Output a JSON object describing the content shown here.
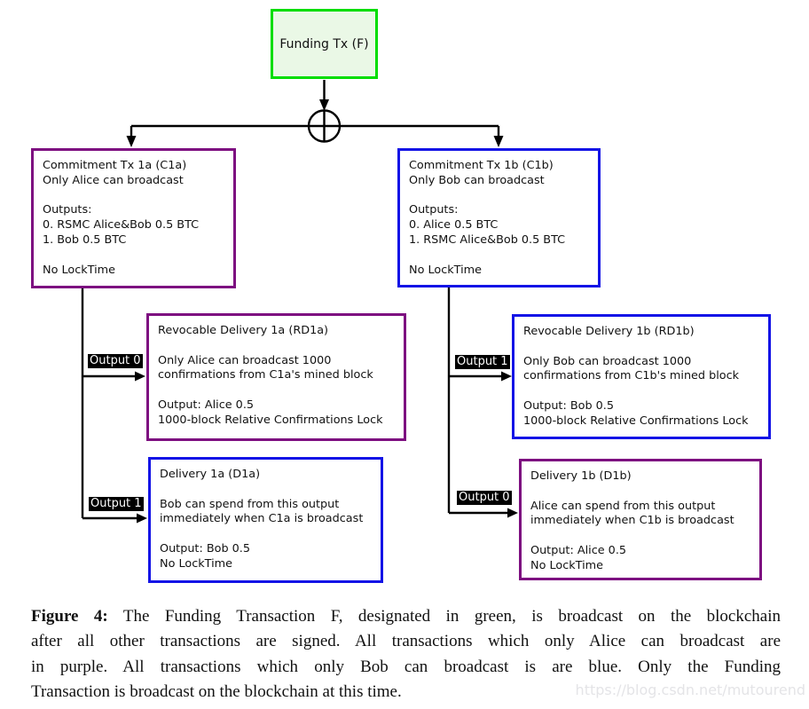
{
  "figure": {
    "funding": {
      "label": "Funding Tx (F)"
    },
    "c1a": {
      "lines": [
        "Commitment Tx 1a (C1a)",
        "Only Alice can broadcast",
        "",
        "Outputs:",
        "0. RSMC Alice&Bob 0.5 BTC",
        "1. Bob 0.5 BTC",
        "",
        "No LockTime"
      ]
    },
    "c1b": {
      "lines": [
        "Commitment Tx 1b (C1b)",
        "Only Bob can broadcast",
        "",
        "Outputs:",
        "0. Alice 0.5 BTC",
        "1. RSMC Alice&Bob 0.5 BTC",
        "",
        "No LockTime"
      ]
    },
    "rd1a": {
      "lines": [
        "Revocable Delivery 1a (RD1a)",
        "",
        "Only Alice can broadcast 1000",
        "confirmations from C1a's mined block",
        "",
        "Output: Alice 0.5",
        "1000-block Relative Confirmations Lock"
      ]
    },
    "d1a": {
      "lines": [
        "Delivery 1a (D1a)",
        "",
        "Bob can spend from this output",
        "immediately when C1a is broadcast",
        "",
        "Output: Bob 0.5",
        "No LockTime"
      ]
    },
    "rd1b": {
      "lines": [
        "Revocable Delivery 1b (RD1b)",
        "",
        "Only Bob can broadcast 1000",
        "confirmations from C1b's mined block",
        "",
        "Output: Bob 0.5",
        "1000-block Relative Confirmations Lock"
      ]
    },
    "d1b": {
      "lines": [
        "Delivery 1b (D1b)",
        "",
        "Alice can spend from this output",
        "immediately when C1b is broadcast",
        "",
        "Output: Alice 0.5",
        "No LockTime"
      ]
    },
    "edge_labels": {
      "c1a_output0": "Output 0",
      "c1a_output1": "Output 1",
      "c1b_output1": "Output 1",
      "c1b_output0": "Output 0"
    },
    "colors": {
      "funding_border": "#00dd00",
      "funding_fill": "#eaf8e6",
      "alice_purple": "#7d0d80",
      "bob_blue": "#1414e6",
      "edge_label_bg": "#000000",
      "edge_label_text": "#ffffff",
      "line_black": "#000000"
    },
    "caption": {
      "label": "Figure 4:",
      "lines": [
        "The Funding Transaction F, designated in green, is broadcast on the blockchain",
        "after all other transactions are signed.  All transactions which only Alice can broadcast are",
        "in purple.  All transactions which only Bob can broadcast is are blue.  Only the Funding",
        "Transaction is broadcast on the blockchain at this time."
      ]
    },
    "watermark": "https://blog.csdn.net/mutourend"
  }
}
